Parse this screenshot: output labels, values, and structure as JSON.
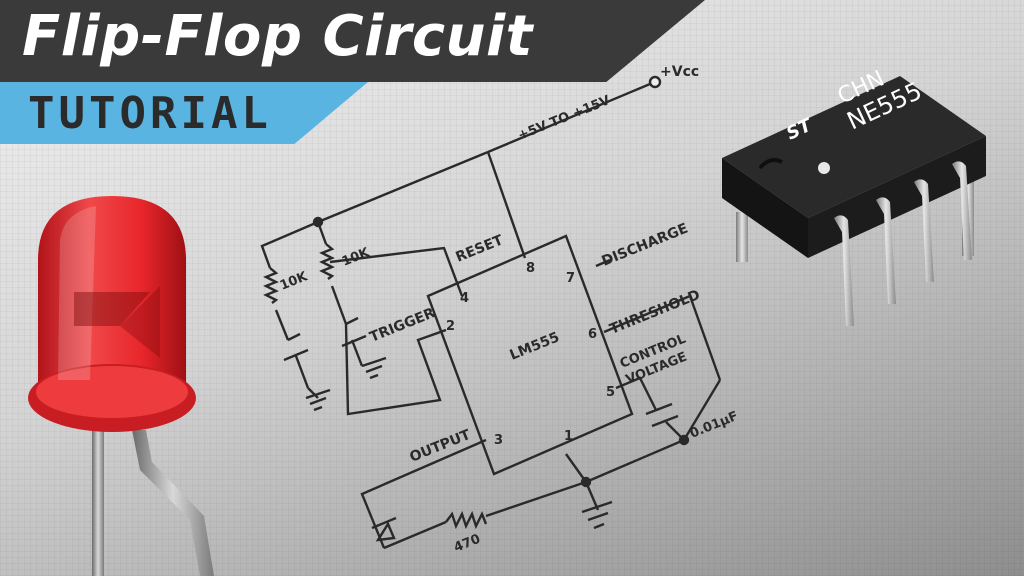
{
  "title": "Flip-Flop Circuit",
  "subtitle": "TUTORIAL",
  "schematic": {
    "vcc_label": "+Vcc",
    "supply_range": "+5V TO +15V",
    "chip_label": "LM555",
    "pins": {
      "reset": "RESET",
      "reset_num": "4",
      "trigger": "TRIGGER",
      "trigger_num": "2",
      "discharge": "DISCHARGE",
      "discharge_num": "7",
      "threshold": "THRESHOLD",
      "threshold_num": "6",
      "control_line1": "CONTROL",
      "control_line2": "VOLTAGE",
      "control_num": "5",
      "output": "OUTPUT",
      "output_num": "3",
      "ground_num": "1",
      "vcc_num": "8"
    },
    "resistor1": "10K",
    "resistor2": "10K",
    "capacitor": "0.01μF",
    "led_resistor": "470"
  },
  "ic_chip": {
    "line1": "CHN",
    "line2": "NE555",
    "logo": "ST"
  },
  "colors": {
    "title_banner": "#3a3a3a",
    "subtitle_banner": "#5ab4e2",
    "led_red": "#e8262b",
    "chip_body": "#1e1e1e"
  }
}
